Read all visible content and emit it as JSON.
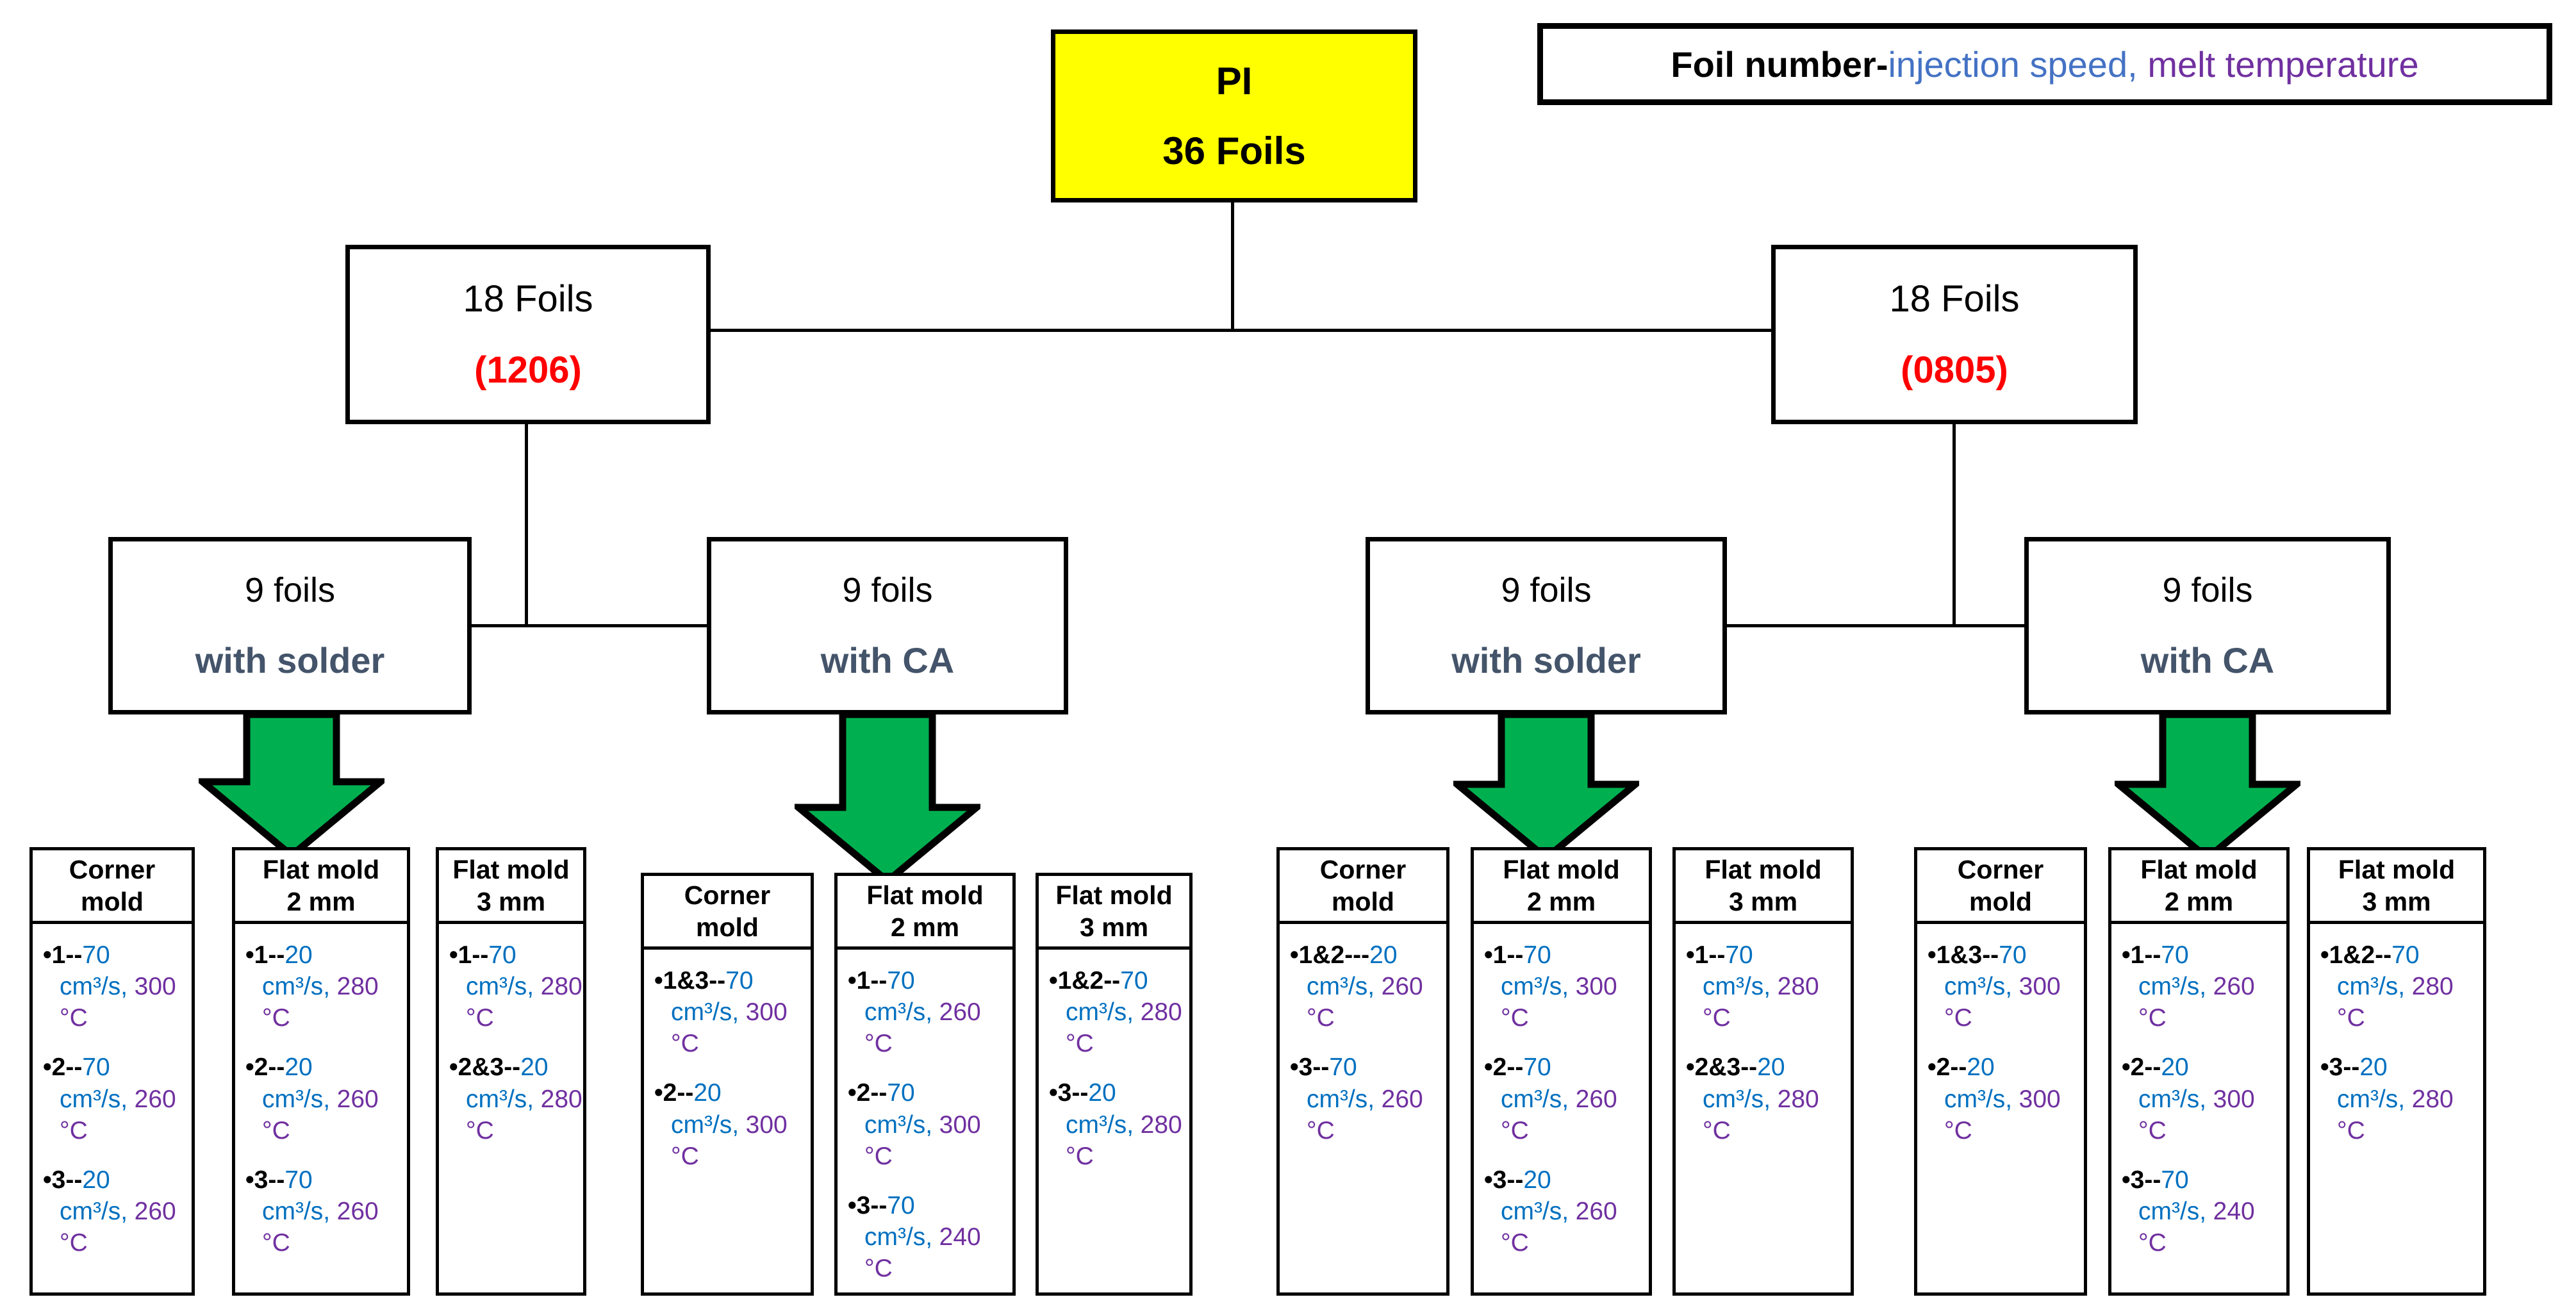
{
  "root_box": {
    "line1": "PI",
    "line2": "36 Foils"
  },
  "legend": {
    "foil_label": "Foil number-",
    "speed_label": "injection speed,",
    "temp_label": "melt temperature"
  },
  "branches": [
    {
      "count": "18 Foils",
      "code": "(1206)"
    },
    {
      "count": "18 Foils",
      "code": "(0805)"
    }
  ],
  "subgroups": [
    {
      "count": "9 foils",
      "method": "with solder"
    },
    {
      "count": "9 foils",
      "method": "with CA"
    },
    {
      "count": "9 foils",
      "method": "with solder"
    },
    {
      "count": "9 foils",
      "method": "with CA"
    }
  ],
  "clusters": [
    {
      "boxes": [
        {
          "title": [
            "Corner",
            "mold"
          ],
          "items": [
            {
              "label": "•1--",
              "speed": "70",
              "unit": "cm³/s,",
              "temp": "300",
              "deg": "°C"
            },
            {
              "label": "•2--",
              "speed": "70",
              "unit": "cm³/s,",
              "temp": "260",
              "deg": "°C"
            },
            {
              "label": "•3--",
              "speed": "20",
              "unit": "cm³/s,",
              "temp": "260",
              "deg": "°C"
            }
          ]
        },
        {
          "title": [
            "Flat mold",
            "2 mm"
          ],
          "items": [
            {
              "label": "•1--",
              "speed": "20",
              "unit": "cm³/s,",
              "temp": "280",
              "deg": "°C"
            },
            {
              "label": "•2--",
              "speed": "20",
              "unit": "cm³/s,",
              "temp": "260",
              "deg": "°C"
            },
            {
              "label": "•3--",
              "speed": "70",
              "unit": "cm³/s,",
              "temp": "260",
              "deg": "°C"
            }
          ]
        },
        {
          "title": [
            "Flat mold",
            "3 mm"
          ],
          "items": [
            {
              "label": "•1--",
              "speed": "70",
              "unit": "cm³/s,",
              "temp": "280",
              "deg": "°C"
            },
            {
              "label": "•2&3--",
              "speed": "20",
              "unit": "cm³/s,",
              "temp": "280",
              "deg": "°C"
            }
          ]
        }
      ]
    },
    {
      "boxes": [
        {
          "title": [
            "Corner",
            "mold"
          ],
          "items": [
            {
              "label": "•1&3--",
              "speed": "70",
              "unit": "cm³/s,",
              "temp": "300",
              "deg": "°C"
            },
            {
              "label": "•2--",
              "speed": "20",
              "unit": "cm³/s,",
              "temp": "300",
              "deg": "°C"
            }
          ]
        },
        {
          "title": [
            "Flat mold",
            "2 mm"
          ],
          "items": [
            {
              "label": "•1--",
              "speed": "70",
              "unit": "cm³/s,",
              "temp": "260",
              "deg": "°C"
            },
            {
              "label": "•2--",
              "speed": "70",
              "unit": "cm³/s,",
              "temp": "300",
              "deg": "°C"
            },
            {
              "label": "•3--",
              "speed": "70",
              "unit": "cm³/s,",
              "temp": "240",
              "deg": "°C"
            }
          ]
        },
        {
          "title": [
            "Flat mold",
            "3 mm"
          ],
          "items": [
            {
              "label": "•1&2--",
              "speed": "70",
              "unit": "cm³/s,",
              "temp": "280",
              "deg": "°C"
            },
            {
              "label": "•3--",
              "speed": "20",
              "unit": "cm³/s,",
              "temp": "280",
              "deg": "°C"
            }
          ]
        }
      ]
    },
    {
      "boxes": [
        {
          "title": [
            "Corner",
            "mold"
          ],
          "items": [
            {
              "label": "•1&2---",
              "speed": "20",
              "unit": "cm³/s,",
              "temp": "260",
              "deg": "°C"
            },
            {
              "label": "•3--",
              "speed": "70",
              "unit": "cm³/s,",
              "temp": "260",
              "deg": "°C"
            }
          ]
        },
        {
          "title": [
            "Flat mold",
            "2 mm"
          ],
          "items": [
            {
              "label": "•1--",
              "speed": "70",
              "unit": "cm³/s,",
              "temp": "300",
              "deg": "°C"
            },
            {
              "label": "•2--",
              "speed": "70",
              "unit": "cm³/s,",
              "temp": "260",
              "deg": "°C"
            },
            {
              "label": "•3--",
              "speed": "20",
              "unit": "cm³/s,",
              "temp": "260",
              "deg": "°C"
            }
          ]
        },
        {
          "title": [
            "Flat mold",
            "3 mm"
          ],
          "items": [
            {
              "label": "•1--",
              "speed": "70",
              "unit": "cm³/s,",
              "temp": "280",
              "deg": "°C"
            },
            {
              "label": "•2&3--",
              "speed": "20",
              "unit": "cm³/s,",
              "temp": "280",
              "deg": "°C"
            }
          ]
        }
      ]
    },
    {
      "boxes": [
        {
          "title": [
            "Corner",
            "mold"
          ],
          "items": [
            {
              "label": "•1&3--",
              "speed": "70",
              "unit": "cm³/s,",
              "temp": "300",
              "deg": "°C"
            },
            {
              "label": "•2--",
              "speed": "20",
              "unit": "cm³/s,",
              "temp": "300",
              "deg": "°C"
            }
          ]
        },
        {
          "title": [
            "Flat mold",
            "2 mm"
          ],
          "items": [
            {
              "label": "•1--",
              "speed": "70",
              "unit": "cm³/s,",
              "temp": "260",
              "deg": "°C"
            },
            {
              "label": "•2--",
              "speed": "20",
              "unit": "cm³/s,",
              "temp": "300",
              "deg": "°C"
            },
            {
              "label": "•3--",
              "speed": "70",
              "unit": "cm³/s,",
              "temp": "240",
              "deg": "°C"
            }
          ]
        },
        {
          "title": [
            "Flat mold",
            "3 mm"
          ],
          "items": [
            {
              "label": "•1&2--",
              "speed": "70",
              "unit": "cm³/s,",
              "temp": "280",
              "deg": "°C"
            },
            {
              "label": "•3--",
              "speed": "20",
              "unit": "cm³/s,",
              "temp": "280",
              "deg": "°C"
            }
          ]
        }
      ]
    }
  ],
  "colors": {
    "root_fill": "#FFFF00",
    "branch_code_red": "#FF0000",
    "method_navy": "#44546A",
    "speed_blue": "#0070C0",
    "temp_purple": "#7030A0",
    "legend_speed_blue": "#4472C4",
    "arrow_green": "#00B050"
  }
}
